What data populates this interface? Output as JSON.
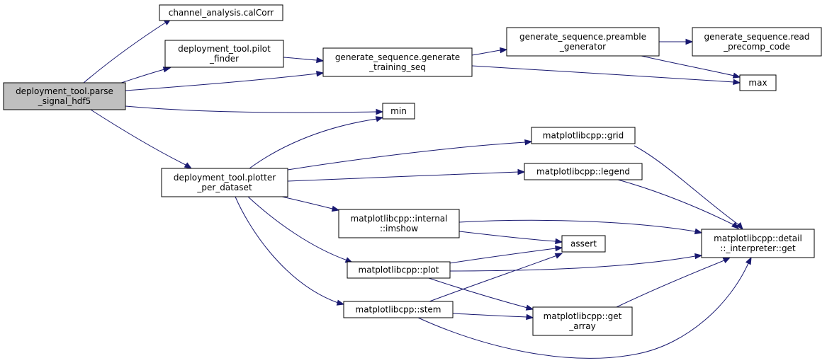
{
  "nodes": [
    {
      "id": "parse",
      "lines": [
        "deployment_tool.parse",
        "_signal_hdf5"
      ],
      "root": true
    },
    {
      "id": "calCorr",
      "lines": [
        "channel_analysis.calCorr"
      ]
    },
    {
      "id": "pilot",
      "lines": [
        "deployment_tool.pilot",
        "_finder"
      ]
    },
    {
      "id": "gentrain",
      "lines": [
        "generate_sequence.generate",
        "_training_seq"
      ]
    },
    {
      "id": "preamble",
      "lines": [
        "generate_sequence.preamble",
        "_generator"
      ]
    },
    {
      "id": "readpre",
      "lines": [
        "generate_sequence.read",
        "_precomp_code"
      ]
    },
    {
      "id": "max",
      "lines": [
        "max"
      ]
    },
    {
      "id": "min",
      "lines": [
        "min"
      ]
    },
    {
      "id": "plotter",
      "lines": [
        "deployment_tool.plotter",
        "_per_dataset"
      ]
    },
    {
      "id": "grid",
      "lines": [
        "matplotlibcpp::grid"
      ]
    },
    {
      "id": "legend",
      "lines": [
        "matplotlibcpp::legend"
      ]
    },
    {
      "id": "imshow",
      "lines": [
        "matplotlibcpp::internal",
        "::imshow"
      ]
    },
    {
      "id": "assert",
      "lines": [
        "assert"
      ]
    },
    {
      "id": "interp",
      "lines": [
        "matplotlibcpp::detail",
        "::_interpreter::get"
      ]
    },
    {
      "id": "plot",
      "lines": [
        "matplotlibcpp::plot"
      ]
    },
    {
      "id": "stem",
      "lines": [
        "matplotlibcpp::stem"
      ]
    },
    {
      "id": "getarray",
      "lines": [
        "matplotlibcpp::get",
        "_array"
      ]
    }
  ],
  "edges": [
    {
      "from": "parse",
      "to": "calCorr"
    },
    {
      "from": "parse",
      "to": "pilot"
    },
    {
      "from": "parse",
      "to": "gentrain"
    },
    {
      "from": "parse",
      "to": "min"
    },
    {
      "from": "parse",
      "to": "plotter"
    },
    {
      "from": "pilot",
      "to": "gentrain"
    },
    {
      "from": "gentrain",
      "to": "preamble"
    },
    {
      "from": "gentrain",
      "to": "max"
    },
    {
      "from": "preamble",
      "to": "readpre"
    },
    {
      "from": "preamble",
      "to": "max"
    },
    {
      "from": "plotter",
      "to": "min"
    },
    {
      "from": "plotter",
      "to": "grid"
    },
    {
      "from": "plotter",
      "to": "legend"
    },
    {
      "from": "plotter",
      "to": "imshow"
    },
    {
      "from": "plotter",
      "to": "plot"
    },
    {
      "from": "plotter",
      "to": "stem"
    },
    {
      "from": "grid",
      "to": "interp"
    },
    {
      "from": "legend",
      "to": "interp"
    },
    {
      "from": "imshow",
      "to": "assert"
    },
    {
      "from": "imshow",
      "to": "interp"
    },
    {
      "from": "plot",
      "to": "assert"
    },
    {
      "from": "plot",
      "to": "interp"
    },
    {
      "from": "plot",
      "to": "getarray"
    },
    {
      "from": "stem",
      "to": "assert"
    },
    {
      "from": "stem",
      "to": "getarray"
    },
    {
      "from": "stem",
      "to": "interp"
    },
    {
      "from": "getarray",
      "to": "interp"
    }
  ],
  "colors": {
    "edge": "#191970",
    "root_fill": "#bfbfbf",
    "node_fill": "#ffffff",
    "node_border": "#000000"
  }
}
